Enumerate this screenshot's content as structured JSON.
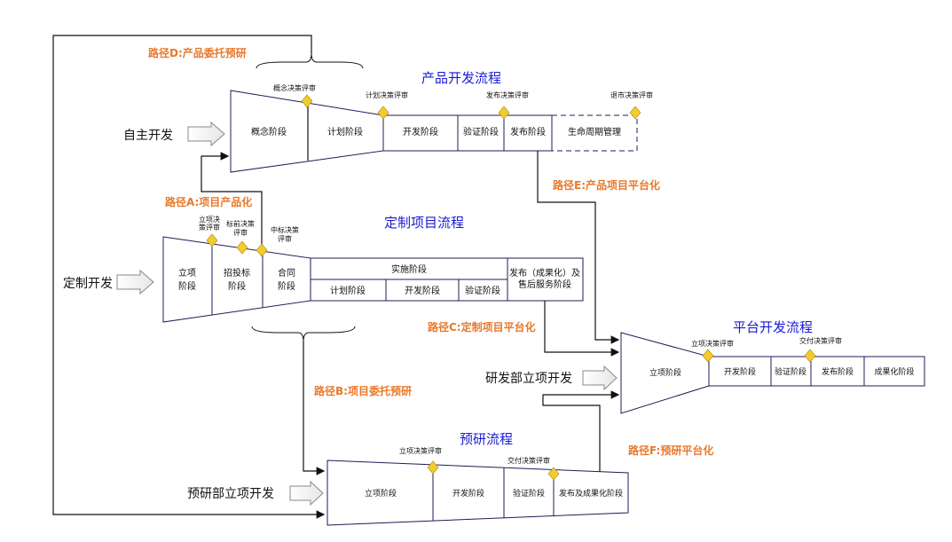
{
  "product": {
    "title": "产品开发流程",
    "stages": [
      "概念阶段",
      "计划阶段",
      "开发阶段",
      "验证阶段",
      "发布阶段",
      "生命周期管理"
    ],
    "reviews": [
      "概念决策评审",
      "计划决策评审",
      "发布决策评审",
      "退市决策评审"
    ]
  },
  "custom": {
    "title": "定制项目流程",
    "stages": [
      "立项",
      "阶段",
      "招投标",
      "阶段",
      "合同",
      "阶段"
    ],
    "impl": "实施阶段",
    "sub": [
      "计划阶段",
      "开发阶段",
      "验证阶段"
    ],
    "release": [
      "发布（成果化）及",
      "售后服务阶段"
    ],
    "reviews": [
      "立项决",
      "策评审",
      "标前决策",
      "评审",
      "中标决策",
      "评审"
    ]
  },
  "platform": {
    "title": "平台开发流程",
    "stages": [
      "立项阶段",
      "开发阶段",
      "验证阶段",
      "发布阶段",
      "成果化阶段"
    ],
    "reviews": [
      "立项决策评审",
      "交付决策评审"
    ]
  },
  "research": {
    "title": "预研流程",
    "stages": [
      "立项阶段",
      "开发阶段",
      "验证阶段",
      "发布及成果化阶段"
    ],
    "reviews": [
      "立项决策评审",
      "交付决策评审"
    ]
  },
  "entries": {
    "self": "自主开发",
    "custom": "定制开发",
    "rd": "研发部立项开发",
    "research": "预研部立项开发"
  },
  "paths": {
    "a": "路径A:项目产品化",
    "b": "路径B:项目委托预研",
    "c": "路径C:定制项目平台化",
    "d": "路径D:产品委托预研",
    "e": "路径E:产品项目平台化",
    "f": "路径F:预研平台化"
  },
  "colors": {
    "title": "#1a1ad4",
    "path": "#e8792b",
    "diamond": "#f2cc2e"
  }
}
